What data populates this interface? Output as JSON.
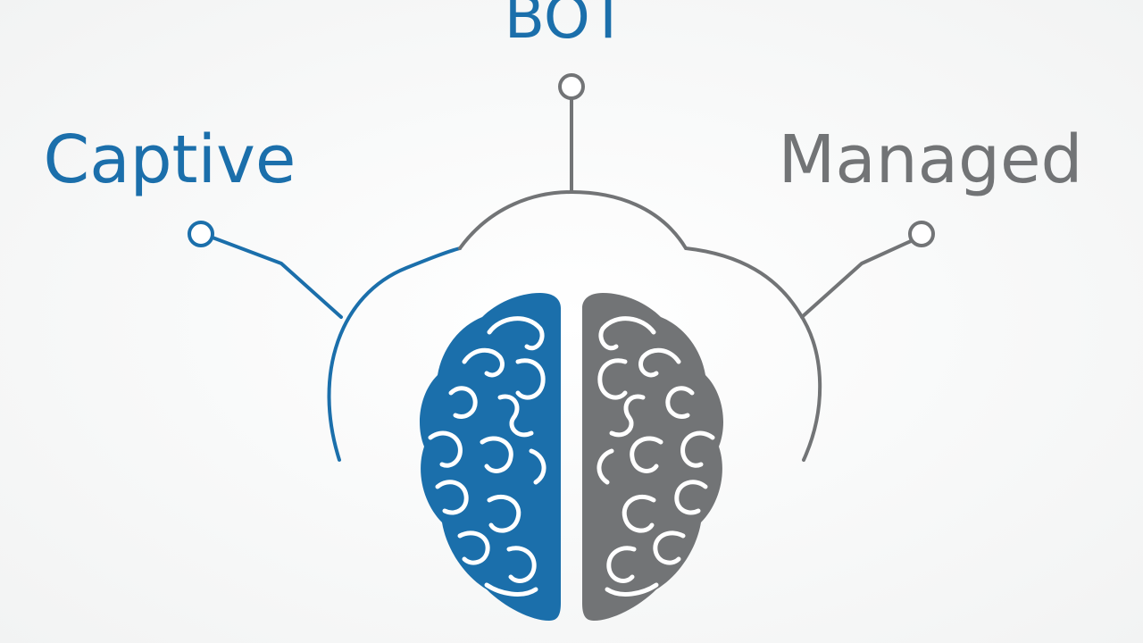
{
  "labels": {
    "top": "BOT",
    "left": "Captive",
    "right": "Managed"
  },
  "colors": {
    "blue": "#1b6fab",
    "gray": "#727476",
    "background": "#f7f8f8"
  },
  "icons": {
    "center": "brain-icon"
  }
}
